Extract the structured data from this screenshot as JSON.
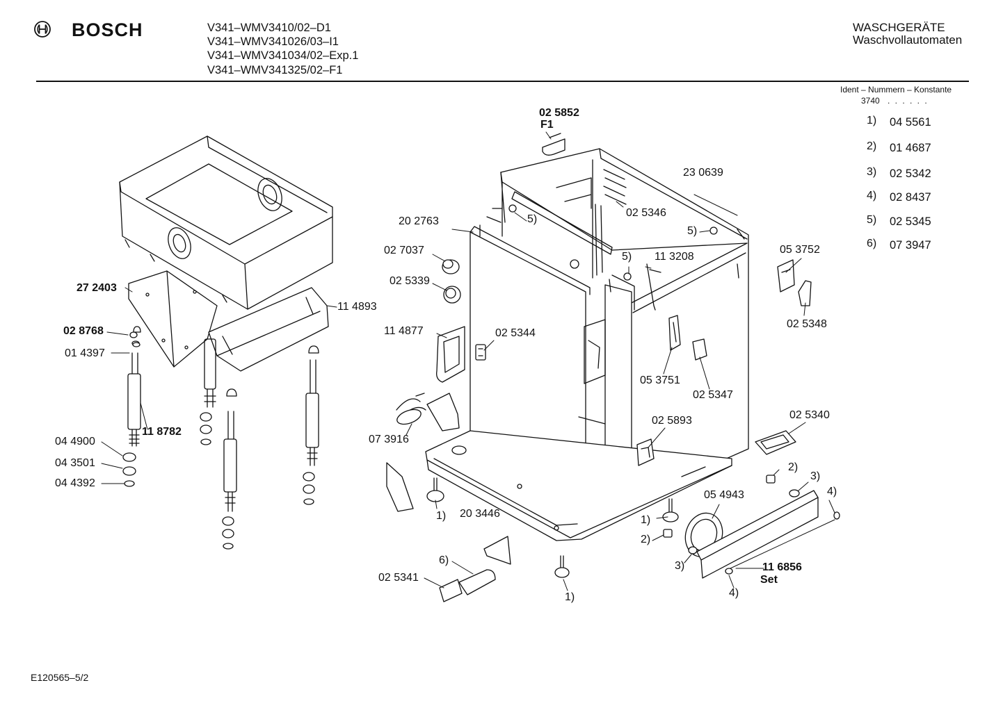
{
  "brand": {
    "name": "BOSCH",
    "logo_icon": "bosch-armature-logo-icon"
  },
  "header": {
    "models": [
      "V341–WMV3410/02–D1",
      "V341–WMV341026/03–I1",
      "V341–WMV341034/02–Exp.1",
      "V341–WMV341325/02–F1"
    ],
    "category": "WASCHGERÄTE",
    "subcategory": "Waschvollautomaten"
  },
  "ident": {
    "title": "Ident – Nummern – Konstante",
    "constant": "3740",
    "dots": ". . . . . ."
  },
  "legend": [
    {
      "index": "1)",
      "value": "04 5561"
    },
    {
      "index": "2)",
      "value": "01 4687"
    },
    {
      "index": "3)",
      "value": "02 5342"
    },
    {
      "index": "4)",
      "value": "02 8437"
    },
    {
      "index": "5)",
      "value": "02 5345"
    },
    {
      "index": "6)",
      "value": "07 3947"
    }
  ],
  "labels": {
    "p025852": "02 5852",
    "f1": "F1",
    "p230639": "23 0639",
    "p025346": "02 5346",
    "p202763": "20 2763",
    "ref5_a": "5)",
    "ref5_b": "5)",
    "ref5_c": "5)",
    "p027037": "02 7037",
    "p025339": "02 5339",
    "p113208": "11 3208",
    "p053752": "05 3752",
    "p025348": "02 5348",
    "p272403": "27 2403",
    "p114893": "11 4893",
    "p028768": "02 8768",
    "p014397": "01 4397",
    "p114877": "11 4877",
    "p025344": "02 5344",
    "p053751": "05 3751",
    "p025347": "02 5347",
    "p118782": "11 8782",
    "p044900": "04 4900",
    "p043501": "04 3501",
    "p044392": "04 4392",
    "p073916": "07 3916",
    "p025893": "02 5893",
    "p025340": "02 5340",
    "ref2_a": "2)",
    "ref3_a": "3)",
    "ref4_a": "4)",
    "p054943": "05 4943",
    "ref1_a": "1)",
    "p203446": "20 3446",
    "ref1_b": "1)",
    "ref2_b": "2)",
    "ref3_b": "3)",
    "p116856": "11 6856",
    "set": "Set",
    "ref4_b": "4)",
    "ref6": "6)",
    "p025341": "02 5341",
    "ref1_c": "1)"
  },
  "footer": {
    "code": "E120565–5/2"
  }
}
